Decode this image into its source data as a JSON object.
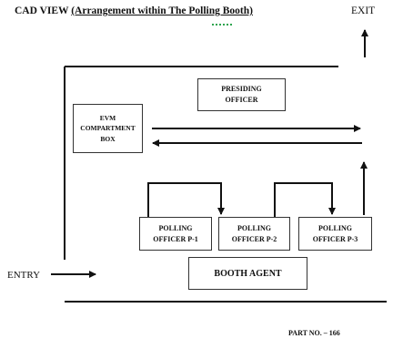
{
  "header": {
    "cad_view": "CAD VIEW",
    "arrangement": "(Arrangement within The Polling Booth)"
  },
  "exit": "EXIT",
  "entry": "ENTRY",
  "part_no": "PART NO. – 166",
  "boxes": {
    "presiding": [
      "PRESIDING",
      "OFFICER"
    ],
    "evm": [
      "EVM",
      "COMPARTMENT",
      "BOX"
    ],
    "p1": [
      "POLLING",
      "OFFICER P-1"
    ],
    "p2": [
      "POLLING",
      "OFFICER P-2"
    ],
    "p3": [
      "POLLING",
      "OFFICER P-3"
    ],
    "agent": "BOOTH AGENT"
  }
}
